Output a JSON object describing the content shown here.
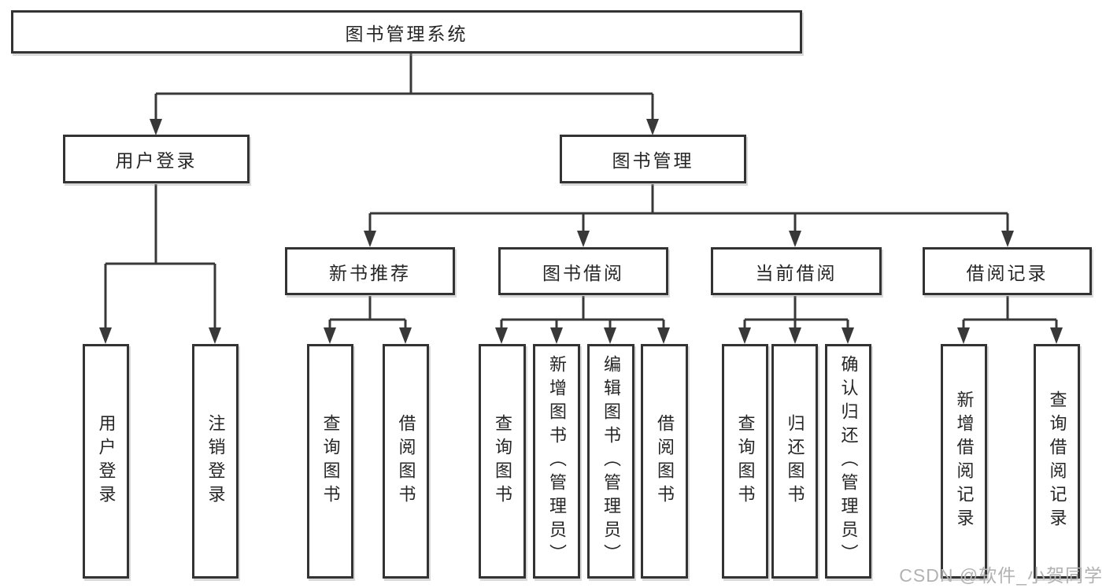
{
  "tree": {
    "root": {
      "label": "图书管理系统"
    },
    "branches": [
      {
        "label": "用户登录",
        "children": [
          {
            "label": "用户登录"
          },
          {
            "label": "注销登录"
          }
        ]
      },
      {
        "label": "图书管理",
        "children": [
          {
            "label": "新书推荐",
            "children": [
              {
                "label": "查询图书"
              },
              {
                "label": "借阅图书"
              }
            ]
          },
          {
            "label": "图书借阅",
            "children": [
              {
                "label": "查询图书"
              },
              {
                "label": "新增图书（管理员）"
              },
              {
                "label": "编辑图书（管理员）"
              },
              {
                "label": "借阅图书"
              }
            ]
          },
          {
            "label": "当前借阅",
            "children": [
              {
                "label": "查询图书"
              },
              {
                "label": "归还图书"
              },
              {
                "label": "确认归还（管理员）"
              }
            ]
          },
          {
            "label": "借阅记录",
            "children": [
              {
                "label": "新增借阅记录"
              },
              {
                "label": "查询借阅记录"
              }
            ]
          }
        ]
      }
    ]
  },
  "watermark": {
    "text": "CSDN @软件_小贺同学"
  },
  "colors": {
    "line": "#383838",
    "box_border": "#333333",
    "text": "#262626",
    "watermark": "#b2b2b2",
    "background": "#ffffff"
  }
}
